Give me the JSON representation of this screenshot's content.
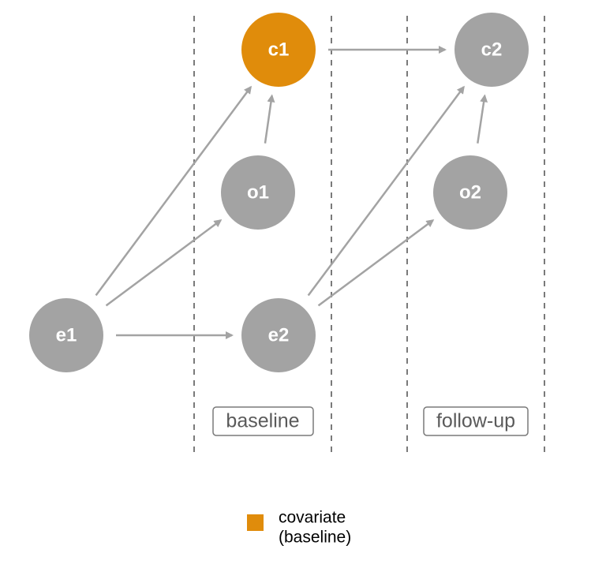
{
  "colors": {
    "default_node": "#a3a3a3",
    "covariate_node": "#e08c0b",
    "edge": "#a3a3a3",
    "divider": "#7a7a7a",
    "period_box_border": "#7a7a7a",
    "period_text": "#5a5a5a"
  },
  "nodes": [
    {
      "id": "c1",
      "label": "c1",
      "role": "covariate"
    },
    {
      "id": "c2",
      "label": "c2",
      "role": "default"
    },
    {
      "id": "o1",
      "label": "o1",
      "role": "default"
    },
    {
      "id": "o2",
      "label": "o2",
      "role": "default"
    },
    {
      "id": "e1",
      "label": "e1",
      "role": "default"
    },
    {
      "id": "e2",
      "label": "e2",
      "role": "default"
    }
  ],
  "edges": [
    {
      "from": "c1",
      "to": "c2"
    },
    {
      "from": "o1",
      "to": "c1"
    },
    {
      "from": "e1",
      "to": "c1"
    },
    {
      "from": "e1",
      "to": "o1"
    },
    {
      "from": "e1",
      "to": "e2"
    },
    {
      "from": "e2",
      "to": "c2"
    },
    {
      "from": "e2",
      "to": "o2"
    },
    {
      "from": "o2",
      "to": "c2"
    }
  ],
  "periods": {
    "baseline": "baseline",
    "followup": "follow-up"
  },
  "legend": {
    "line1": "covariate",
    "line2": "(baseline)"
  }
}
